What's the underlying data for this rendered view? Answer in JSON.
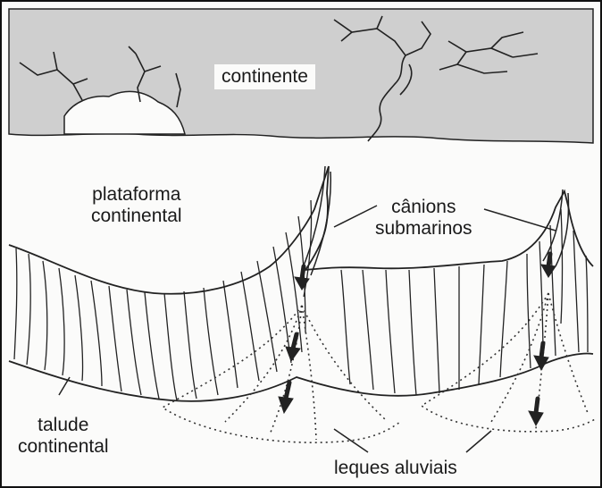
{
  "labels": {
    "continente": "continente",
    "plataforma_line1": "plataforma",
    "plataforma_line2": "continental",
    "canions_line1": "cânions",
    "canions_line2": "submarinos",
    "talude_line1": "talude",
    "talude_line2": "continental",
    "leques": "leques aluviais"
  },
  "colors": {
    "land_fill": "#cfcfcf",
    "line": "#222222",
    "background": "#fbfbfa"
  }
}
